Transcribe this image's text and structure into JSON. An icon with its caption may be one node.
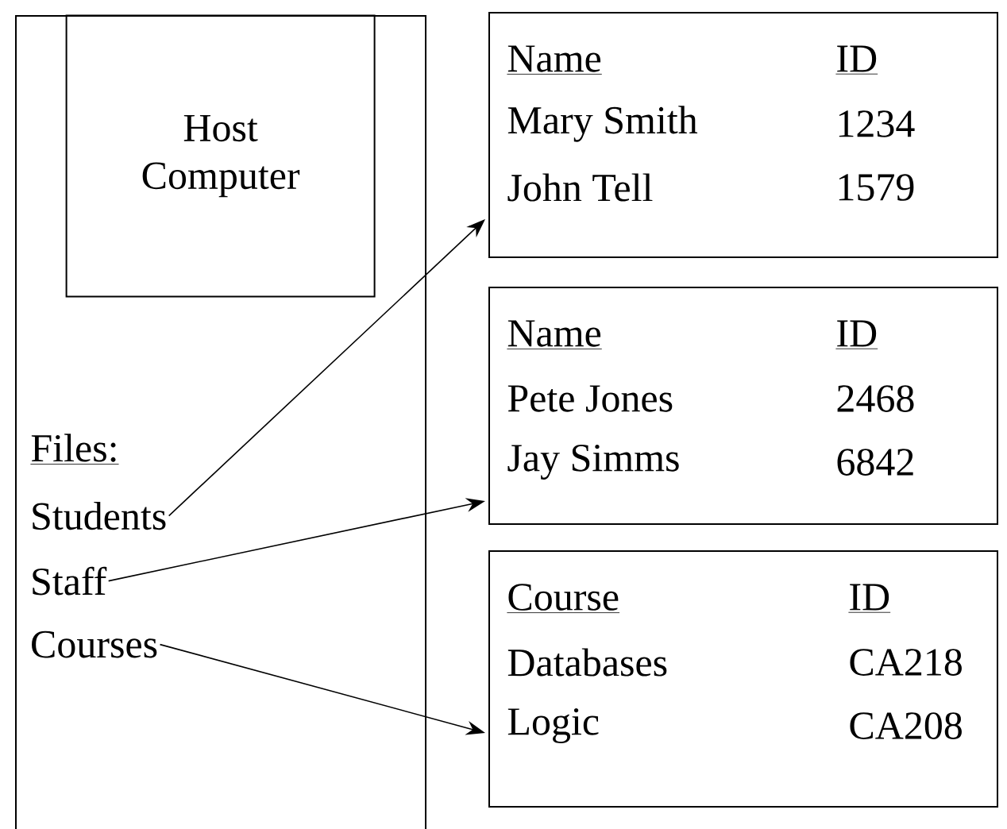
{
  "diagram": {
    "nodes": [
      {
        "text": [],
        "shape": "box"
      },
      {
        "text": [
          "Host Computer"
        ],
        "in": 0
      },
      {
        "text": [
          "Students"
        ],
        "in": 0
      },
      {
        "text": [
          "Staff"
        ],
        "in": 0
      },
      {
        "text": [
          "Courses"
        ],
        "in": 0
      },
      {
        "text": [
          "Name",
          "ID",
          "Mary Smith",
          "1234",
          "John Tell",
          "1579"
        ]
      },
      {
        "text": [
          "Name",
          "ID",
          "Pete Jones",
          "2468",
          "Jay Simms",
          "6842"
        ]
      },
      {
        "text": [
          "Course",
          "ID",
          "Databases",
          "CA218",
          "Logic",
          "CA208"
        ]
      }
    ],
    "edges": [
      {
        "from": 2,
        "to": 5,
        "arrow": "to"
      },
      {
        "from": 3,
        "to": 6,
        "arrow": "to"
      },
      {
        "from": 4,
        "to": 7,
        "arrow": "to"
      }
    ],
    "labels": [
      "Files:"
    ]
  }
}
